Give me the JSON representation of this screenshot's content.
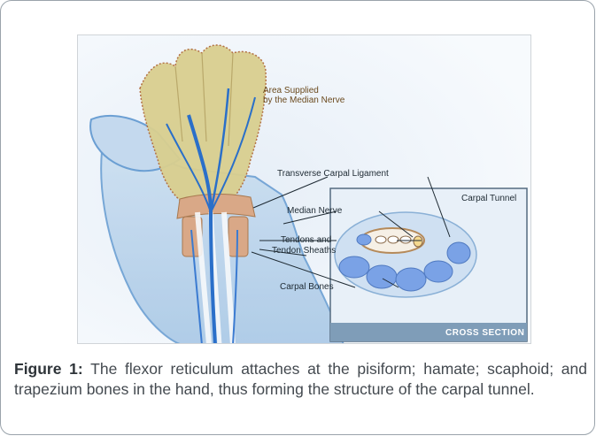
{
  "figure": {
    "labels": {
      "area_line1": "Area Supplied",
      "area_line2": "by the Median Nerve",
      "transverse": "Transverse Carpal Ligament",
      "carpal_tunnel": "Carpal Tunnel",
      "median_nerve": "Median Nerve",
      "tendons_line1": "Tendons and",
      "tendons_line2": "Tendon Sheaths",
      "carpal_bones": "Carpal Bones",
      "cross_section": "CROSS SECTION"
    },
    "caption_label": "Figure 1:",
    "caption_text": " The flexor reticulum attaches at the pisiform; hamate; scaphoid; and trapezium bones in the hand, thus forming the structure of the carpal tunnel."
  },
  "colors": {
    "nerve_area": "#d9cf8f",
    "median_nerve": "#2a6fc9",
    "ligament": "#d9a887",
    "bone": "#7aa2e6",
    "cross_section_bg": "#cfe0f2",
    "cross_section_band": "#7f9db8"
  }
}
